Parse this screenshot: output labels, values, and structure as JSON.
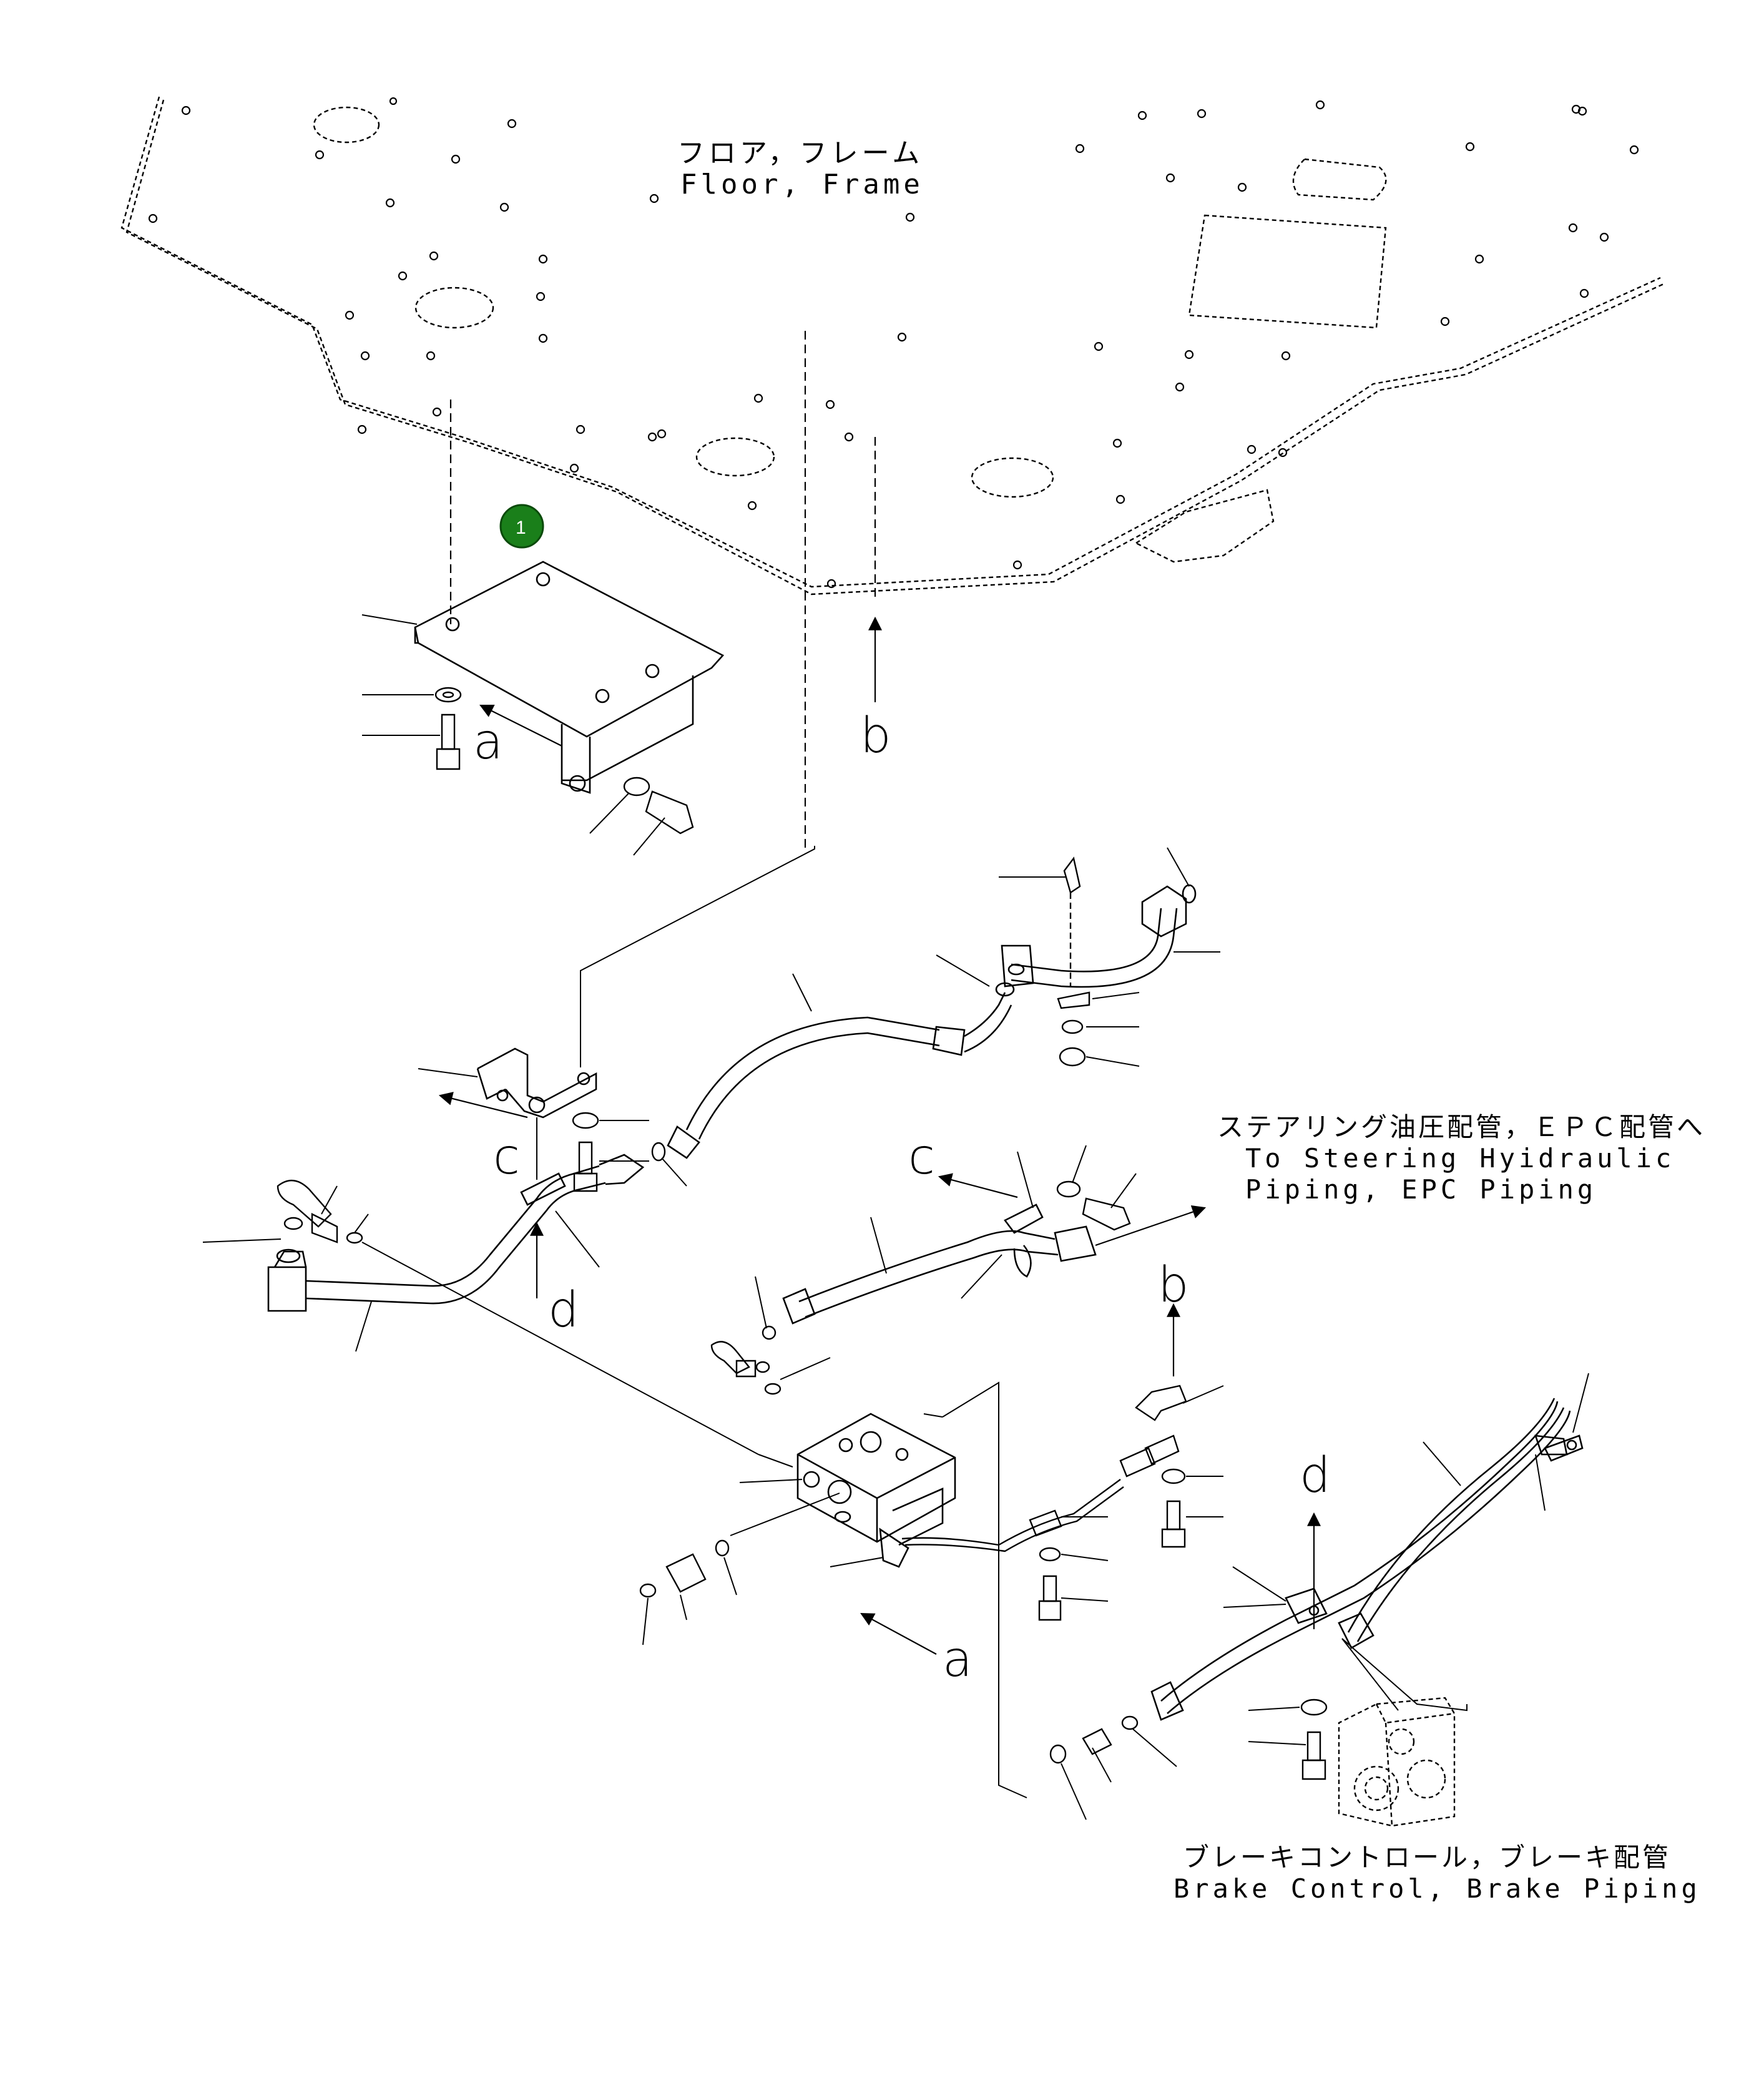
{
  "annotations": {
    "floor_frame_jp": "フロア，フレーム",
    "floor_frame_en": "Floor, Frame",
    "steering_jp": "ステアリング油圧配管，ＥＰＣ配管へ",
    "steering_en_1": "To Steering Hyidraulic",
    "steering_en_2": "Piping, EPC Piping",
    "brake_jp": "ブレーキコントロール，ブレーキ配管",
    "brake_en": "Brake Control, Brake Piping"
  },
  "callout": {
    "number": "1",
    "color": "#1a7f1a"
  },
  "view_letters": {
    "a1": "a",
    "a2": "a",
    "b1": "b",
    "b2": "b",
    "c1": "c",
    "c2": "c",
    "d1": "d",
    "d2": "d"
  }
}
